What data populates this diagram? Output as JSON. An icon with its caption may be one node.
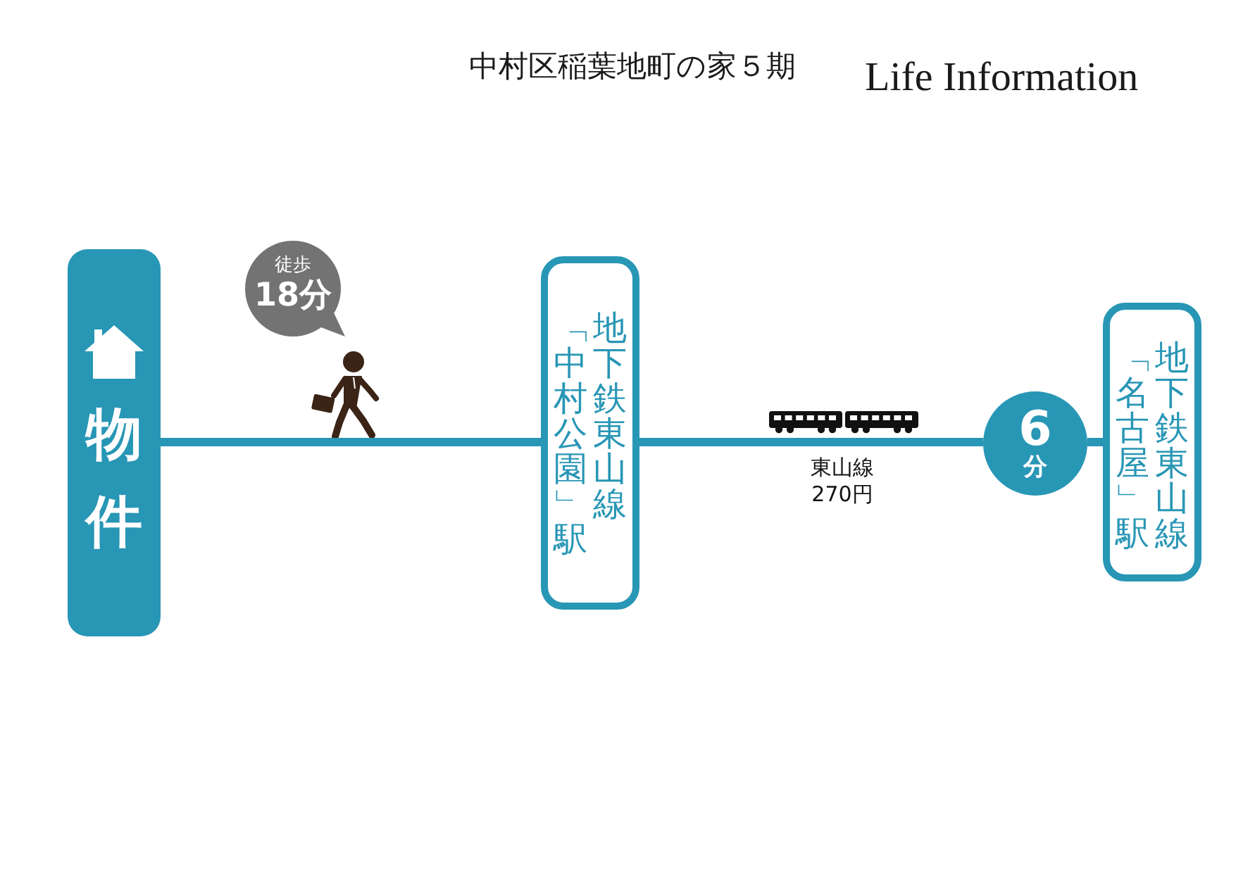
{
  "diagram": {
    "title": "中村区稲葉地町の家５期",
    "nodes": [
      {
        "text": [
          "物件"
        ]
      },
      {
        "text": [
          "徒歩",
          "18分"
        ]
      },
      {
        "text": [
          "地下鉄東山線",
          "「中村公園」駅"
        ]
      },
      {
        "text": [
          "6",
          "分"
        ]
      },
      {
        "text": [
          "地下鉄東山線",
          "「名古屋」駅"
        ]
      }
    ],
    "edges": [
      {
        "from": 0,
        "to": 2,
        "arrow": "none"
      },
      {
        "from": 2,
        "to": 3,
        "arrow": "none",
        "label": "東山線270円"
      },
      {
        "from": 3,
        "to": 4,
        "arrow": "none"
      }
    ],
    "labels": [
      "Life Information"
    ]
  }
}
